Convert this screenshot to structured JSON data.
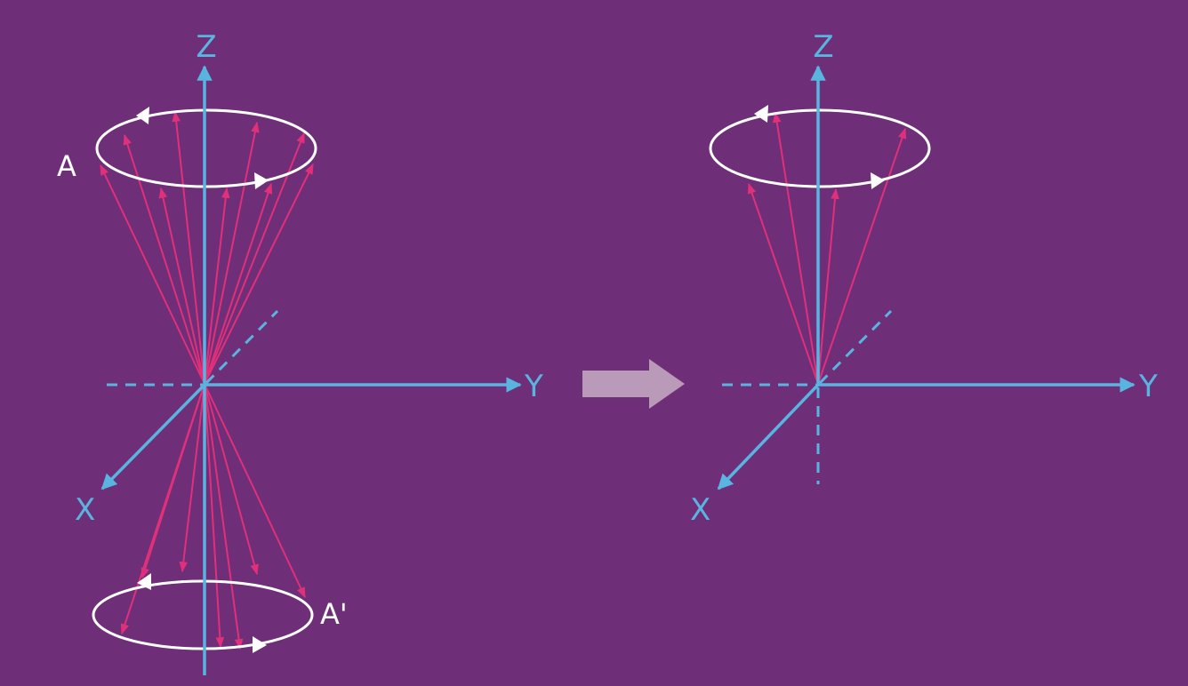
{
  "colors": {
    "background": "#6e2e78",
    "axis": "#5ab4e0",
    "vector": "#e0307a",
    "orbit": "#ffffff",
    "transition_arrow": "#b99ab8"
  },
  "icons": {
    "transition": "right-arrow-icon"
  },
  "left_panel": {
    "axis_labels": {
      "z": "Z",
      "y": "Y",
      "x": "X"
    },
    "upper_cone_label": "A",
    "lower_cone_label": "A'"
  },
  "right_panel": {
    "axis_labels": {
      "z": "Z",
      "y": "Y",
      "x": "X"
    }
  }
}
